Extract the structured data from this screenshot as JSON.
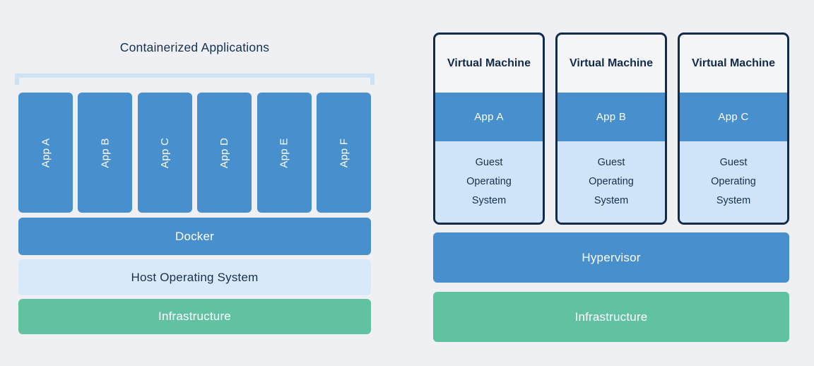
{
  "left": {
    "title": "Containerized Applications",
    "apps": [
      "App A",
      "App B",
      "App C",
      "App D",
      "App E",
      "App F"
    ],
    "docker_label": "Docker",
    "host_os_label": "Host Operating System",
    "infrastructure_label": "Infrastructure"
  },
  "right": {
    "vms": [
      {
        "title": "Virtual Machine",
        "app": "App A",
        "guest_os": "Guest Operating System"
      },
      {
        "title": "Virtual Machine",
        "app": "App B",
        "guest_os": "Guest Operating System"
      },
      {
        "title": "Virtual Machine",
        "app": "App C",
        "guest_os": "Guest Operating System"
      }
    ],
    "hypervisor_label": "Hypervisor",
    "infrastructure_label": "Infrastructure"
  },
  "colors": {
    "background": "#eef0f3",
    "blue": "#478fcd",
    "light_blue": "#d8e9fa",
    "guest_blue": "#cfe4f9",
    "bracket_blue": "#cde3f5",
    "green": "#61c2a2",
    "navy_text": "#17304d",
    "vm_border": "#132a49",
    "white_text": "#ffffff"
  }
}
